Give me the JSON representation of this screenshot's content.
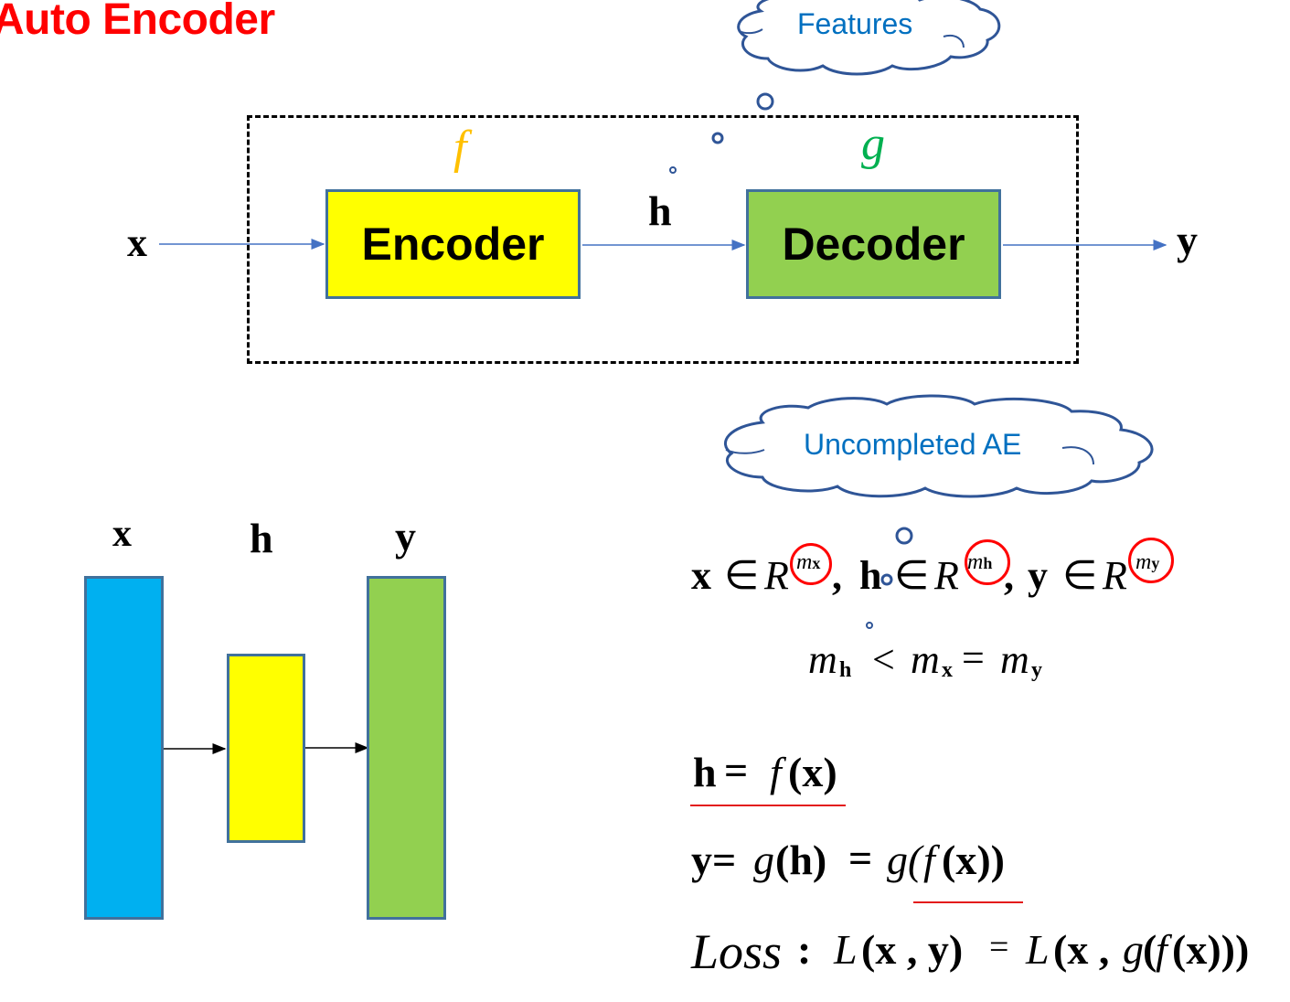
{
  "title": "Auto Encoder",
  "top_diagram": {
    "input_label": "x",
    "encoder_label": "Encoder",
    "encoder_func": "f",
    "hidden_label": "h",
    "decoder_label": "Decoder",
    "decoder_func": "g",
    "output_label": "y",
    "features_callout": "Features",
    "colors": {
      "encoder_fill": "#ffff00",
      "decoder_fill": "#92d050",
      "box_border": "#41719c",
      "arrow": "#4472c4",
      "f_color": "#ffc000",
      "g_color": "#00b050"
    }
  },
  "bottom_diagram": {
    "x_label": "x",
    "h_label": "h",
    "y_label": "y",
    "colors": {
      "x_bar": "#00b0f0",
      "h_bar": "#ffff00",
      "y_bar": "#92d050"
    }
  },
  "uncompleted_callout": "Uncompleted AE",
  "equations": {
    "membership": {
      "x": "x",
      "h": "h",
      "y": "y",
      "in": "∈",
      "R": "R",
      "comma": ",",
      "m": "m"
    },
    "dimension": {
      "m": "m",
      "lt": "<",
      "eq": "=",
      "sub_h": "h",
      "sub_x": "x",
      "sub_y": "y"
    },
    "h_eq": {
      "lhs": "h",
      "eq": "=",
      "f": "f",
      "arg": "(x)"
    },
    "y_eq": {
      "lhs": "y=",
      "g1": "g",
      "h": "(h)",
      "eq": "=",
      "g2": "g(",
      "f": "f",
      "tail": "(x))"
    },
    "loss": {
      "word": "Loss",
      "colon": ":",
      "L1": "L",
      "args1": "(x , y)",
      "eq": "=",
      "L2": "L",
      "args2a": "(x , ",
      "g": "g",
      "paren": "(",
      "f": "f",
      "args2b": "(x)))"
    }
  },
  "annotation_color": "#ff0000",
  "callout_text_color": "#0070c0"
}
